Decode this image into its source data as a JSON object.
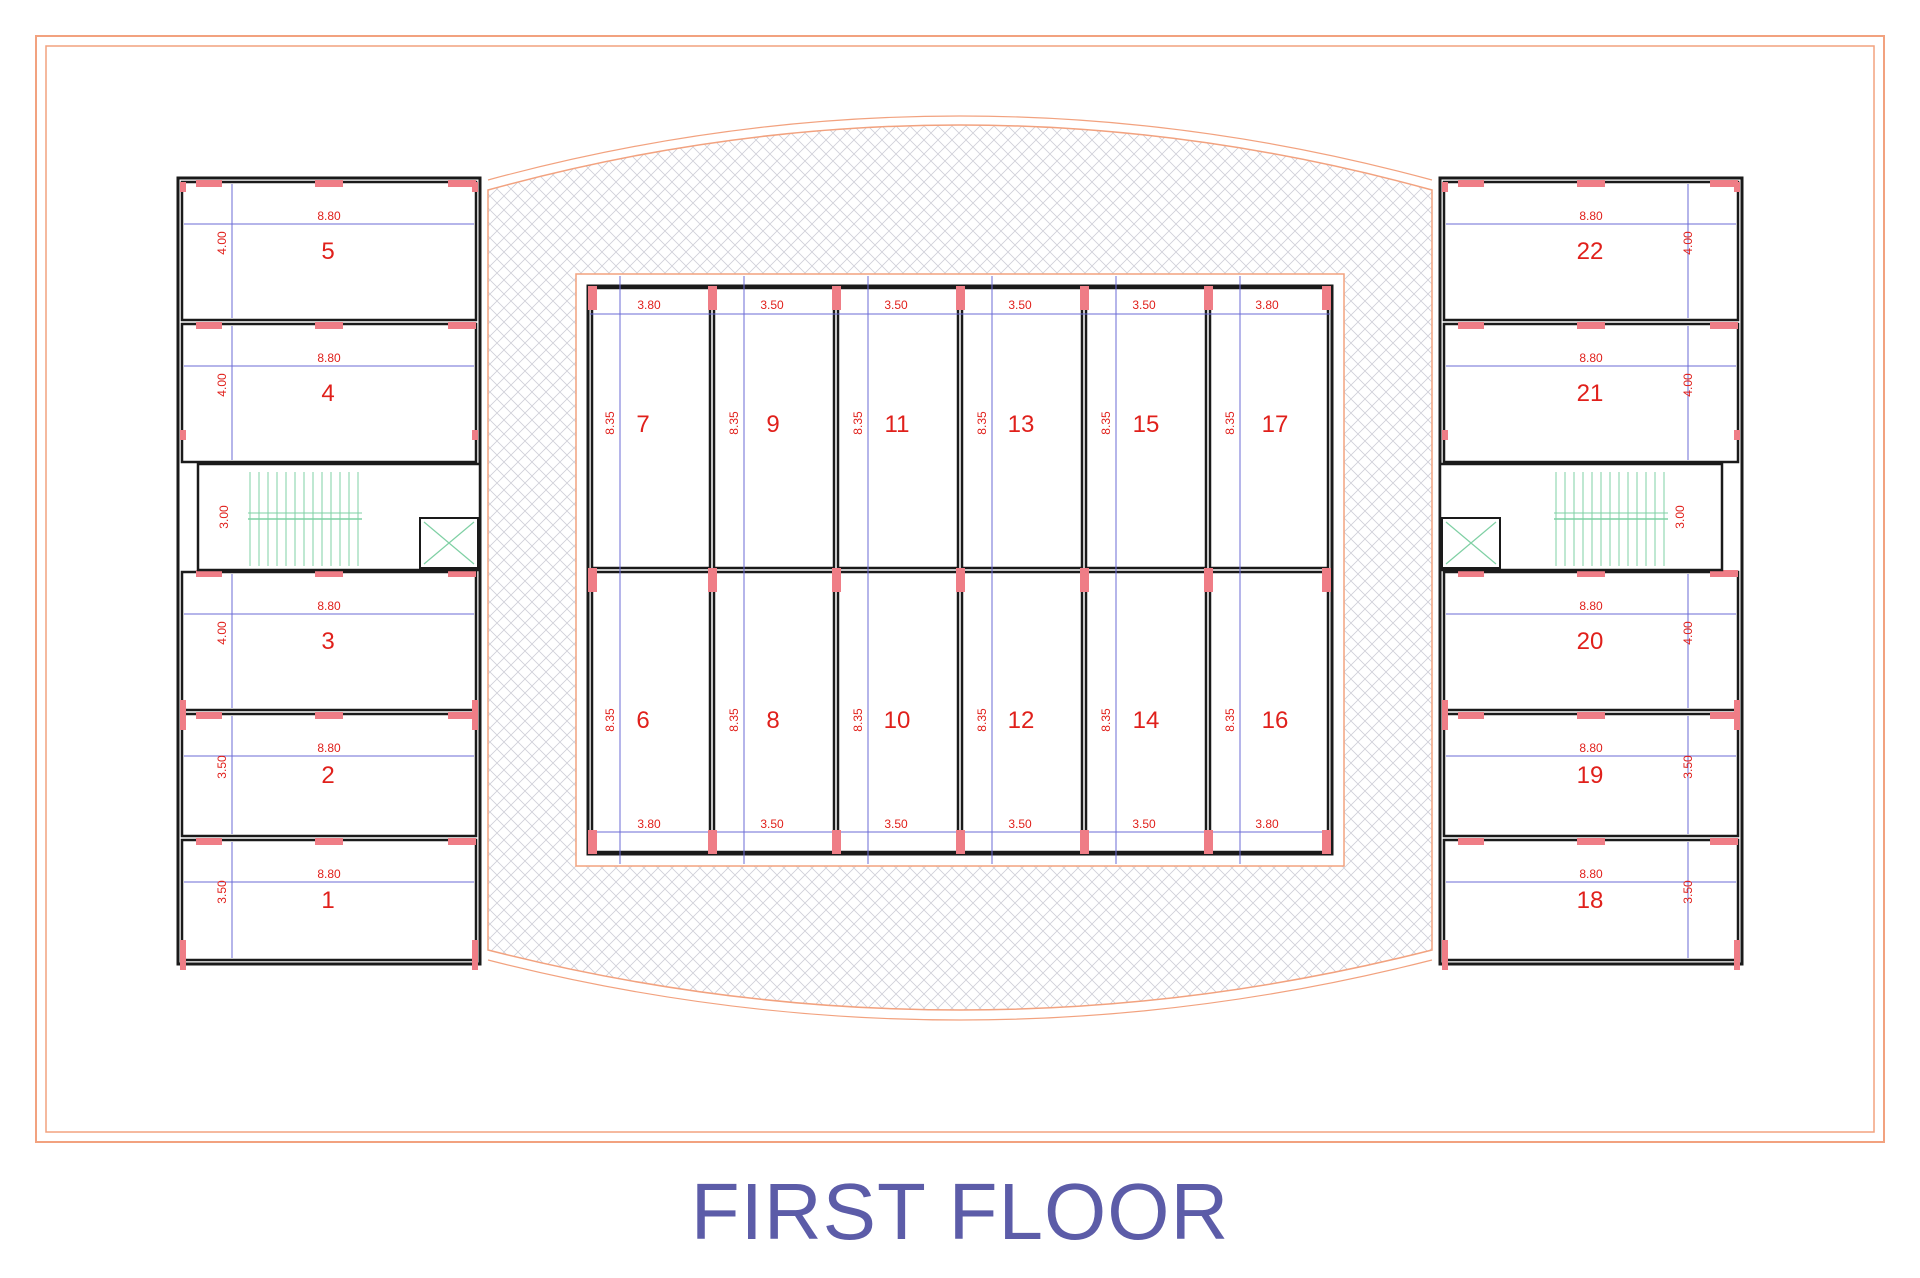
{
  "title": "FIRST FLOOR",
  "colors": {
    "room_number": "#e0201b",
    "dimension_text": "#e0201b",
    "dimension_line": "#6b6bd6",
    "column": "#ef7d86",
    "wall": "#1a1a1a",
    "frame": "#f2a27f",
    "hatch": "#c9c9d4",
    "stair": "#7fd0a4",
    "title": "#5c5ca8"
  },
  "units": {
    "left": [
      {
        "number": "5",
        "width": "8.80",
        "depth": "4.00"
      },
      {
        "number": "4",
        "width": "8.80",
        "depth": "4.00"
      },
      {
        "number": "3",
        "width": "8.80",
        "depth": "4.00"
      },
      {
        "number": "2",
        "width": "8.80",
        "depth": "3.50"
      },
      {
        "number": "1",
        "width": "8.80",
        "depth": "3.50"
      }
    ],
    "right": [
      {
        "number": "22",
        "width": "8.80",
        "depth": "4.00"
      },
      {
        "number": "21",
        "width": "8.80",
        "depth": "4.00"
      },
      {
        "number": "20",
        "width": "8.80",
        "depth": "4.00"
      },
      {
        "number": "19",
        "width": "8.80",
        "depth": "3.50"
      },
      {
        "number": "18",
        "width": "8.80",
        "depth": "3.50"
      }
    ],
    "center_top": [
      {
        "number": "7",
        "width": "3.80",
        "depth": "8.35"
      },
      {
        "number": "9",
        "width": "3.50",
        "depth": "8.35"
      },
      {
        "number": "11",
        "width": "3.50",
        "depth": "8.35"
      },
      {
        "number": "13",
        "width": "3.50",
        "depth": "8.35"
      },
      {
        "number": "15",
        "width": "3.50",
        "depth": "8.35"
      },
      {
        "number": "17",
        "width": "3.80",
        "depth": "8.35"
      }
    ],
    "center_bottom": [
      {
        "number": "6",
        "width": "3.80",
        "depth": "8.35"
      },
      {
        "number": "8",
        "width": "3.50",
        "depth": "8.35"
      },
      {
        "number": "10",
        "width": "3.50",
        "depth": "8.35"
      },
      {
        "number": "12",
        "width": "3.50",
        "depth": "8.35"
      },
      {
        "number": "14",
        "width": "3.50",
        "depth": "8.35"
      },
      {
        "number": "16",
        "width": "3.80",
        "depth": "8.35"
      }
    ]
  },
  "stairs": {
    "left": {
      "depth": "3.00"
    },
    "right": {
      "depth": "3.00"
    }
  }
}
